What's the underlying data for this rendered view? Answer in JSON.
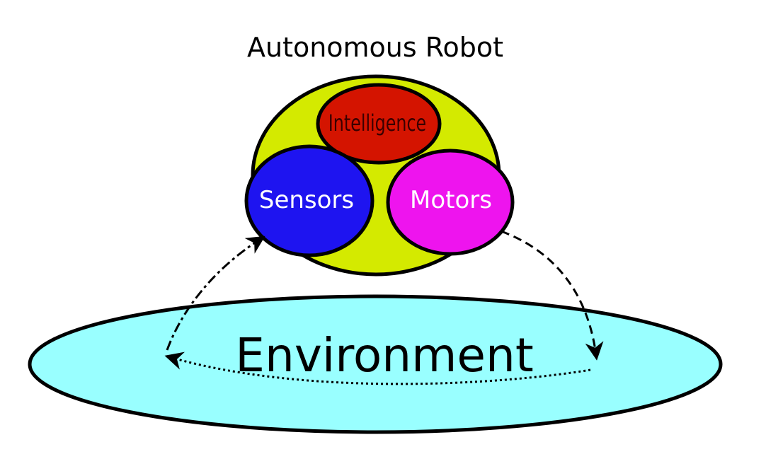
{
  "title": "Autonomous Robot",
  "environment": {
    "label": "Environment",
    "color": "#99ffff"
  },
  "robot": {
    "color": "#d4ea00"
  },
  "intelligence": {
    "label": "Intelligence",
    "color": "#d41400",
    "text_color": "#3a0000"
  },
  "sensors": {
    "label": "Sensors",
    "color": "#1e14f0",
    "text_color": "#ffffff"
  },
  "motors": {
    "label": "Motors",
    "color": "#ee14ee",
    "text_color": "#ffffff"
  },
  "flows": [
    {
      "name": "motors-to-environment",
      "style": "dashed"
    },
    {
      "name": "environment-loop",
      "style": "dotted"
    },
    {
      "name": "environment-to-sensors",
      "style": "dash-dot"
    }
  ]
}
